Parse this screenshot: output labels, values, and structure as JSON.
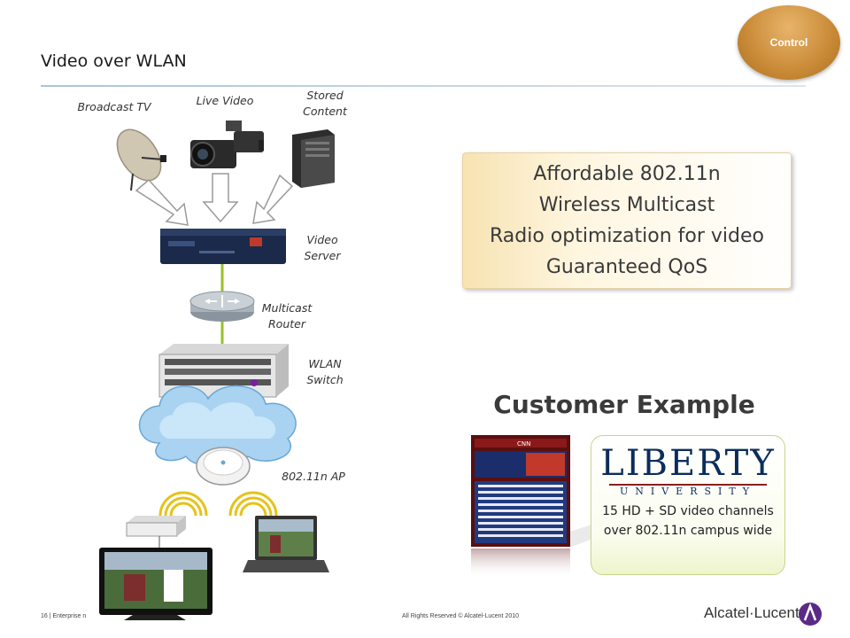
{
  "slide": {
    "title": "Video over WLAN",
    "control_badge": "Control",
    "labels": {
      "broadcast_tv": "Broadcast TV",
      "live_video": "Live Video",
      "stored_content": "Stored Content",
      "video_server": "Video Server",
      "multicast_router": "Multicast Router",
      "wlan_switch": "WLAN Switch",
      "ap": "802.11n AP"
    },
    "features": [
      "Affordable 802.11n",
      "Wireless Multicast",
      "Radio optimization for video",
      "Guaranteed QoS"
    ],
    "customer_heading": "Customer Example",
    "customer_logo": {
      "name": "LIBERTY",
      "sub": "UNIVERSITY"
    },
    "customer_desc": "15 HD + SD video channels over 802.11n campus wide",
    "screen_logo_text": "CNN",
    "footer_left": "16 | Enterprise n",
    "footer_center": "All Rights Reserved © Alcatel-Lucent 2010",
    "brand": "Alcatel·Lucent"
  },
  "colors": {
    "accent_gold": "#c98a37",
    "link_line": "#9bbf2a",
    "logo_blue": "#0b2d5c"
  }
}
